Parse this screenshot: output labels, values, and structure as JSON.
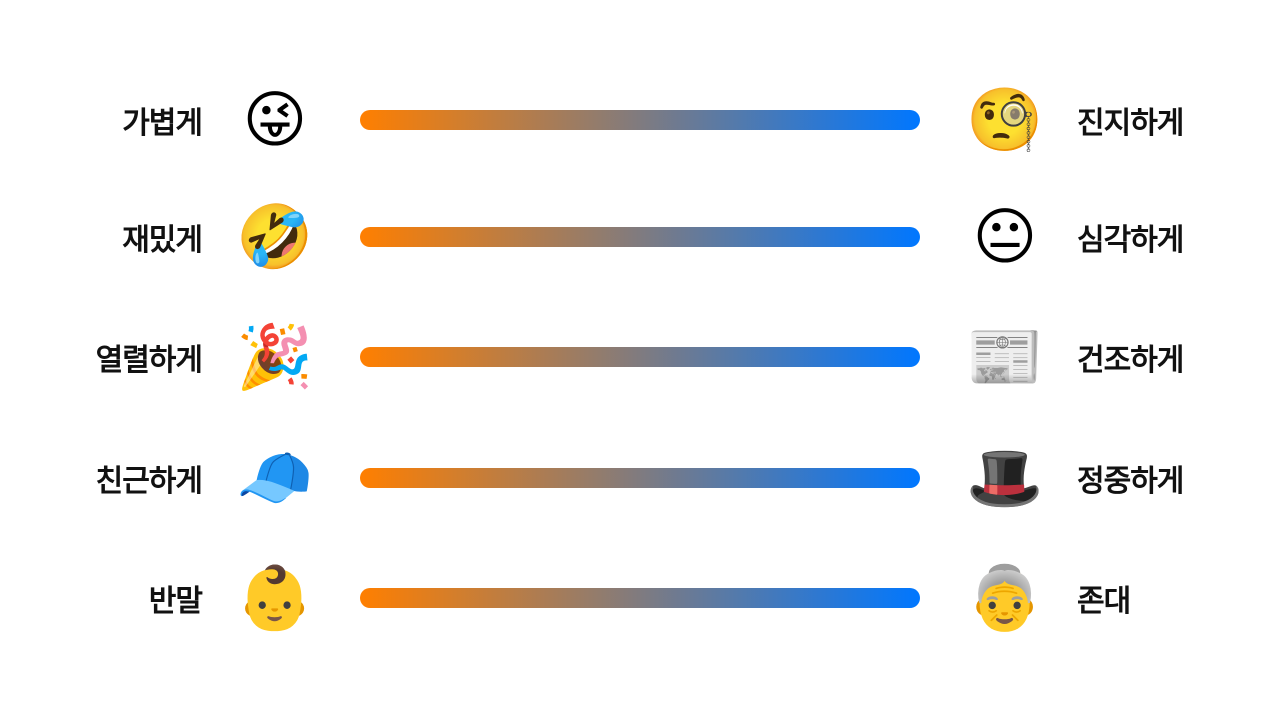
{
  "colors": {
    "gradient_start": "#ff7f00",
    "gradient_end": "#0077ff"
  },
  "rows": [
    {
      "left_label": "가볍게",
      "left_icon": "winking-face-with-tongue-icon",
      "left_emoji": "😜",
      "right_emoji": "🧐",
      "right_icon": "face-with-monocle-icon",
      "right_label": "진지하게"
    },
    {
      "left_label": "재밌게",
      "left_icon": "rolling-on-floor-laughing-icon",
      "left_emoji": "🤣",
      "right_emoji": "😐",
      "right_icon": "neutral-face-icon",
      "right_label": "심각하게"
    },
    {
      "left_label": "열렬하게",
      "left_icon": "party-popper-icon",
      "left_emoji": "🎉",
      "right_emoji": "📰",
      "right_icon": "newspaper-icon",
      "right_label": "건조하게"
    },
    {
      "left_label": "친근하게",
      "left_icon": "billed-cap-icon",
      "left_emoji": "🧢",
      "right_emoji": "🎩",
      "right_icon": "top-hat-icon",
      "right_label": "정중하게"
    },
    {
      "left_label": "반말",
      "left_icon": "baby-icon",
      "left_emoji": "👶",
      "right_emoji": "👵",
      "right_icon": "old-woman-icon",
      "right_label": "존대"
    }
  ]
}
